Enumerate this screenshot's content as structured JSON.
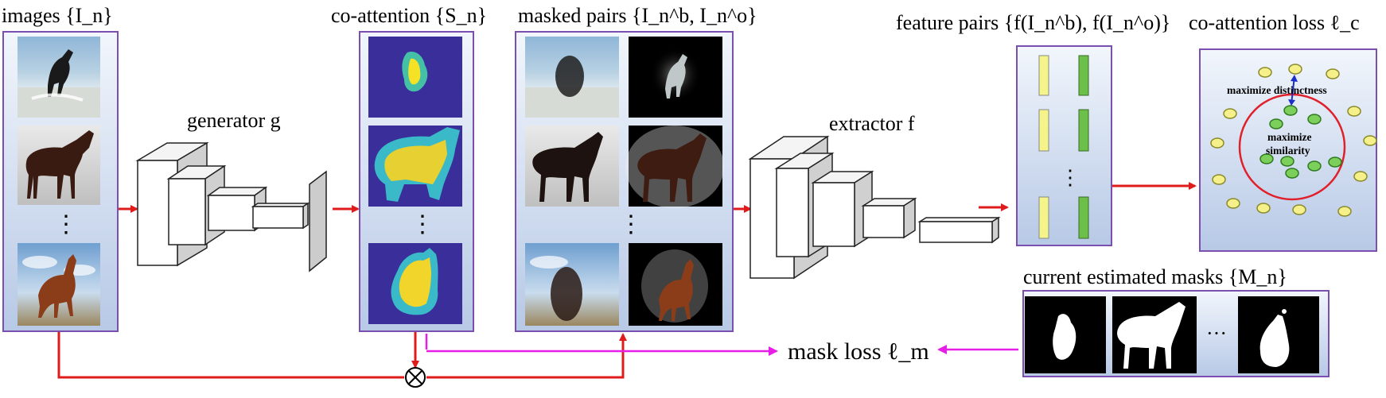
{
  "labels": {
    "images": "images {I_n}",
    "coattention": "co-attention {S_n}",
    "masked_pairs": "masked pairs {I_n^b, I_n^o}",
    "generator": "generator g",
    "extractor": "extractor f",
    "feature_pairs": "feature pairs {f(I_n^b), f(I_n^o)}",
    "coattention_loss": "co-attention loss ℓ_c",
    "current_masks": "current estimated masks {M_n}",
    "mask_loss": "mask loss ℓ_m",
    "maximize_distinctness": "maximize distinctness",
    "maximize_similarity_1": "maximize",
    "maximize_similarity_2": "similarity",
    "vdots": "⋮",
    "hdots": "···"
  },
  "colors": {
    "red_arrow": "#e01b1b",
    "magenta_arrow": "#e61ee6",
    "panel_border": "#7a4fb0",
    "heat_bg": "#3a2f9a",
    "yellow_bar": "#f4f48a",
    "green_bar": "#6cc04a",
    "circle_red": "#e0202a"
  },
  "icons": {
    "multiply": "circled-times-icon"
  }
}
